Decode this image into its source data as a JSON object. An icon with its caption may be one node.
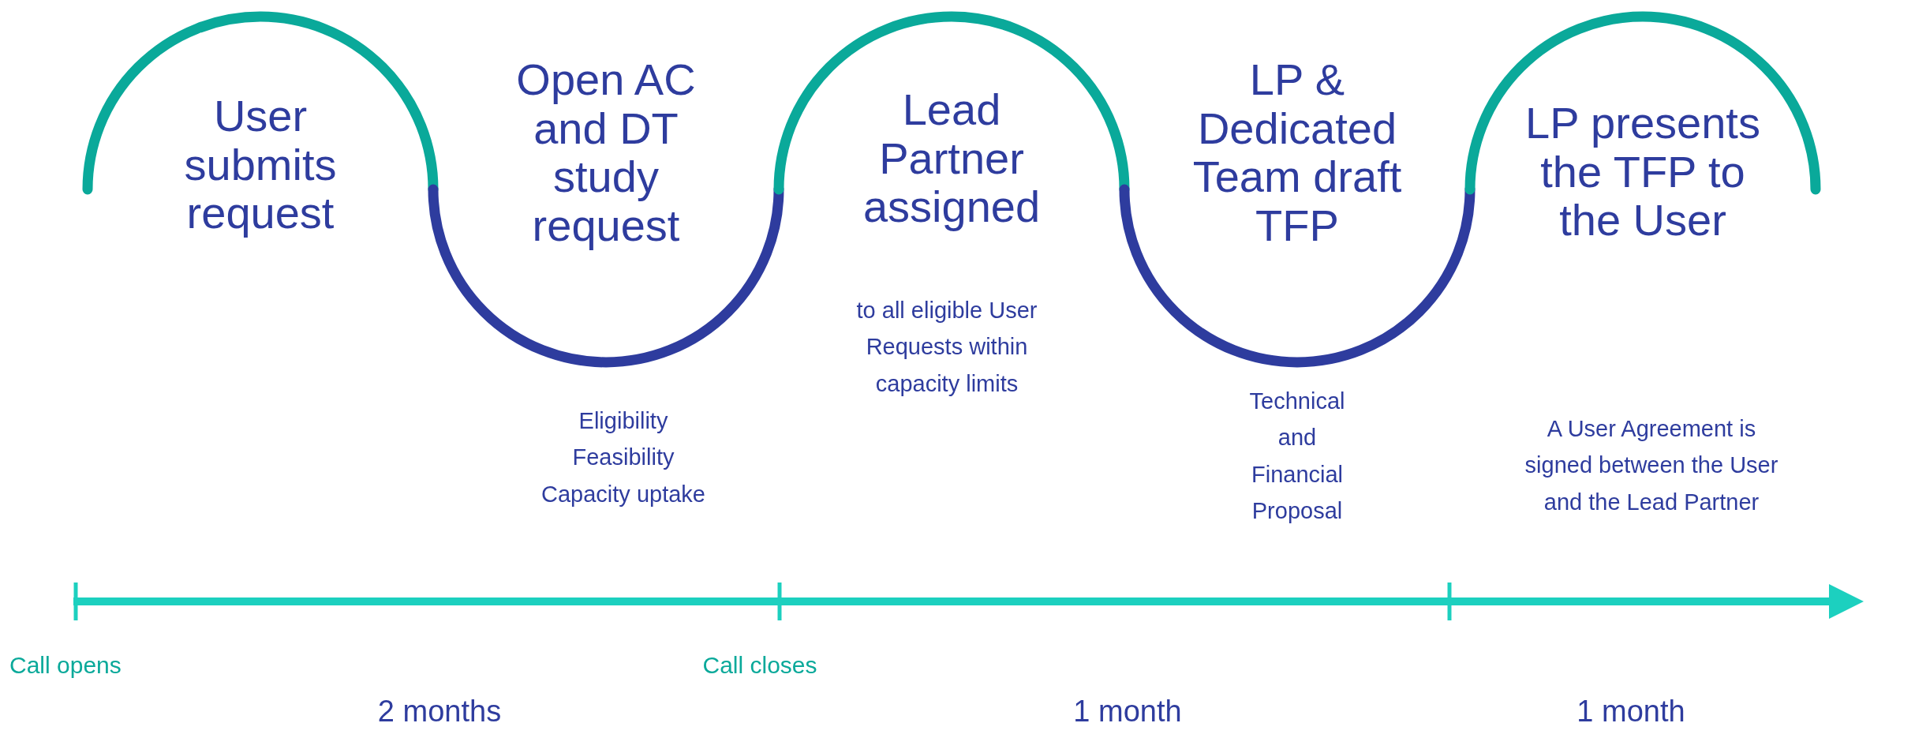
{
  "diagram": {
    "nodes": [
      {
        "text": [
          "User submits request"
        ]
      },
      {
        "text": [
          "Open AC and DT study request",
          "Eligibility Feasibility Capacity uptake"
        ]
      },
      {
        "text": [
          "Lead Partner assigned",
          "to all eligible User Requests within capacity limits"
        ]
      },
      {
        "text": [
          "LP & Dedicated Team draft TFP",
          "Technical and Financial Proposal"
        ]
      },
      {
        "text": [
          "LP presents the TFP to the User",
          "A User Agreement is signed between the User and the Lead Partner"
        ]
      }
    ],
    "labels": [
      "Call opens",
      "Call closes",
      "2 months",
      "1 month",
      "1 month"
    ]
  }
}
